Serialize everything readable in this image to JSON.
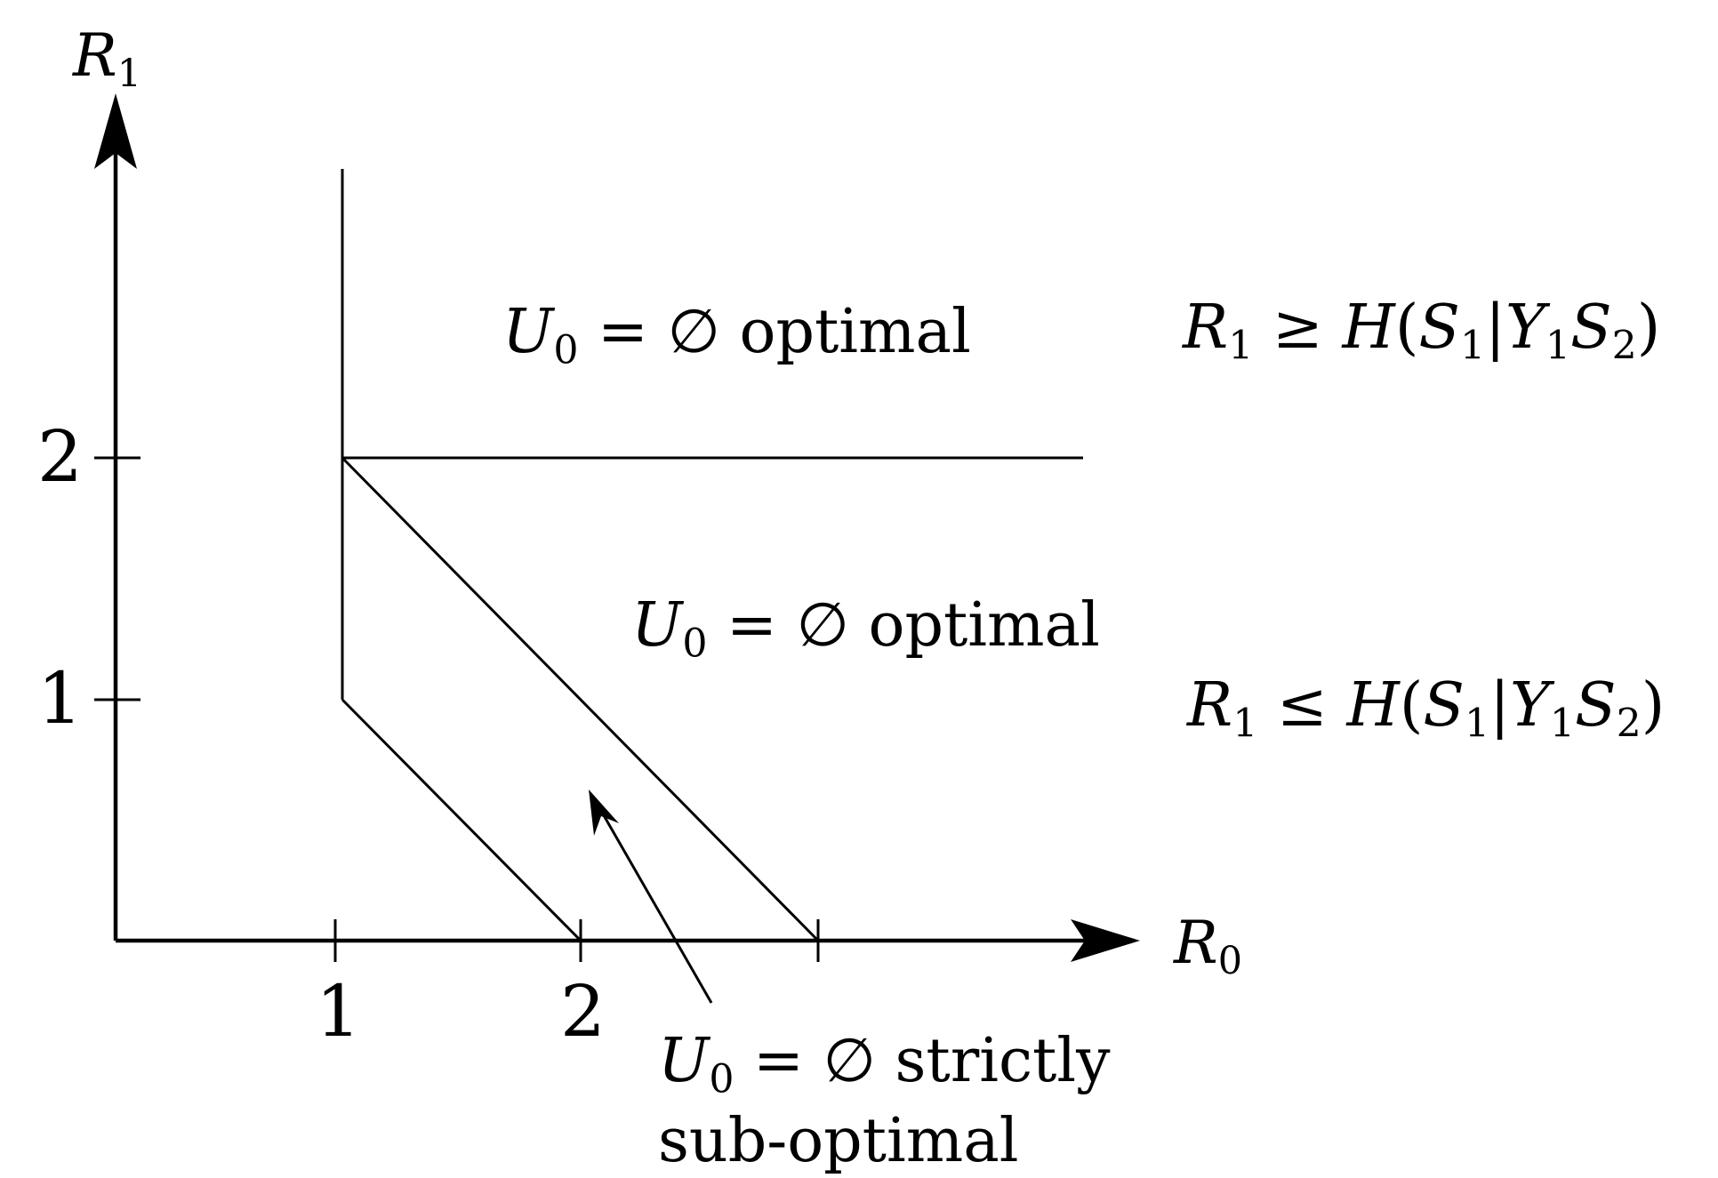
{
  "axes": {
    "x_label": "R",
    "x_label_sub": "0",
    "y_label": "R",
    "y_label_sub": "1"
  },
  "ticks": {
    "x": [
      "1",
      "2"
    ],
    "y": [
      "1",
      "2"
    ]
  },
  "regions": {
    "upper": {
      "var": "U",
      "sub": "0",
      "rel": " = ∅ ",
      "text": "optimal"
    },
    "middle": {
      "var": "U",
      "sub": "0",
      "rel": " = ∅ ",
      "text": "optimal"
    },
    "lower": {
      "var": "U",
      "sub": "0",
      "rel": " = ∅ ",
      "text_line1": "strictly",
      "text_line2": "sub-optimal"
    }
  },
  "conditions": {
    "upper": {
      "lhs": "R",
      "lhs_sub": "1",
      "op": " ≥ ",
      "fn": "H",
      "open": "(",
      "a": "S",
      "a_sub": "1",
      "bar": "|",
      "b": "Y",
      "b_sub": "1",
      "c": "S",
      "c_sub": "2",
      "close": ")"
    },
    "lower": {
      "lhs": "R",
      "lhs_sub": "1",
      "op": " ≤ ",
      "fn": "H",
      "open": "(",
      "a": "S",
      "a_sub": "1",
      "bar": "|",
      "b": "Y",
      "b_sub": "1",
      "c": "S",
      "c_sub": "2",
      "close": ")"
    }
  }
}
